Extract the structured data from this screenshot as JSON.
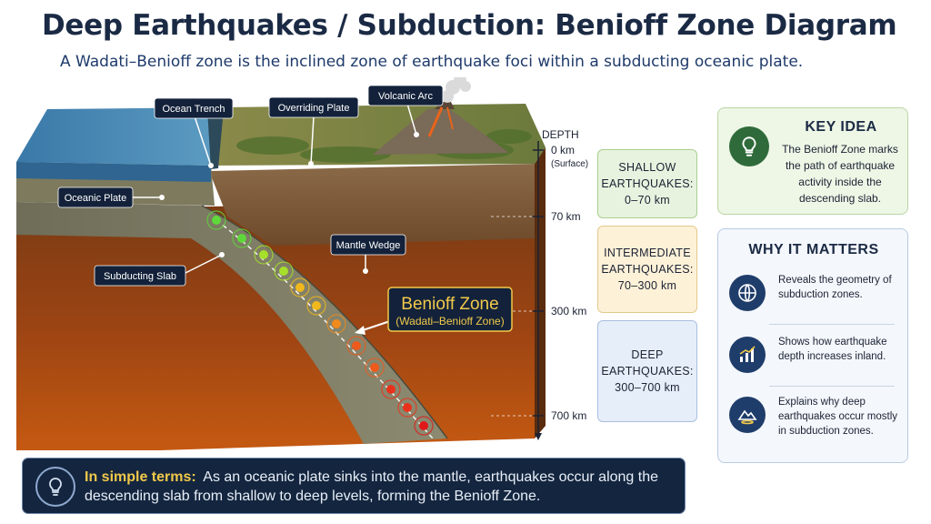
{
  "title": "Deep Earthquakes / Subduction: Benioff Zone Diagram",
  "subtitle": "A Wadati–Benioff zone is the inclined zone of earthquake foci within a subducting oceanic plate.",
  "diagram": {
    "callouts": {
      "ocean_trench": "Ocean Trench",
      "overriding_plate": "Overriding Plate",
      "volcanic_arc": "Volcanic Arc",
      "oceanic_plate": "Oceanic Plate",
      "subducting_slab": "Subducting Slab",
      "mantle_wedge": "Mantle Wedge"
    },
    "benioff_label": {
      "main": "Benioff Zone",
      "sub": "(Wadati–Benioff Zone)"
    },
    "depth": {
      "heading": "DEPTH",
      "markers": [
        {
          "value": "0 km",
          "note": "(Surface)"
        },
        {
          "value": "70 km"
        },
        {
          "value": "300 km"
        },
        {
          "value": "700 km"
        }
      ]
    },
    "earthquake_colors": [
      "#5fd93a",
      "#a6e02a",
      "#f0b81c",
      "#f08a1c",
      "#ee5a1c",
      "#e8321c",
      "#e01818"
    ]
  },
  "categories": [
    {
      "name": "SHALLOW EARTHQUAKES:",
      "line1": "SHALLOW",
      "line2": "EARTHQUAKES:",
      "range": "0–70 km",
      "color": "#e7f3df"
    },
    {
      "name": "INTERMEDIATE EARTHQUAKES:",
      "line1": "INTERMEDIATE",
      "line2": "EARTHQUAKES:",
      "range": "70–300 km",
      "color": "#fdf1d8"
    },
    {
      "name": "DEEP EARTHQUAKES:",
      "line1": "DEEP",
      "line2": "EARTHQUAKES:",
      "range": "300–700 km",
      "color": "#e6eef9"
    }
  ],
  "key_idea": {
    "title": "KEY IDEA",
    "text": "The Benioff Zone marks the path of earthquake activity inside the descending slab.",
    "icon": "lightbulb-icon"
  },
  "why_it_matters": {
    "title": "WHY IT MATTERS",
    "items": [
      {
        "text": "Reveals the geometry of subduction zones.",
        "icon": "globe-icon"
      },
      {
        "text": "Shows how earthquake depth increases inland.",
        "icon": "bar-chart-icon"
      },
      {
        "text": "Explains why deep earthquakes occur mostly in subduction zones.",
        "icon": "mountain-quake-icon"
      }
    ]
  },
  "banner": {
    "lead": "In simple terms:",
    "text": "As an oceanic plate sinks into the mantle, earthquakes occur along the descending slab from shallow to deep levels, forming the Benioff Zone.",
    "icon": "lightbulb-icon"
  },
  "colors": {
    "navy": "#1b2a44",
    "accent_yellow": "#f1c94a",
    "ocean": "#2f6f9e",
    "mantle": "#8a3a12"
  }
}
